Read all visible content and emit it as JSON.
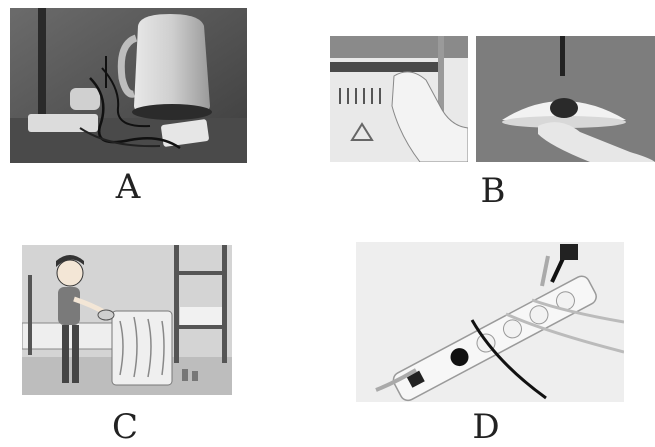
{
  "options": [
    {
      "letter": "A"
    },
    {
      "letter": "B"
    },
    {
      "letter": "C"
    },
    {
      "letter": "D"
    }
  ]
}
